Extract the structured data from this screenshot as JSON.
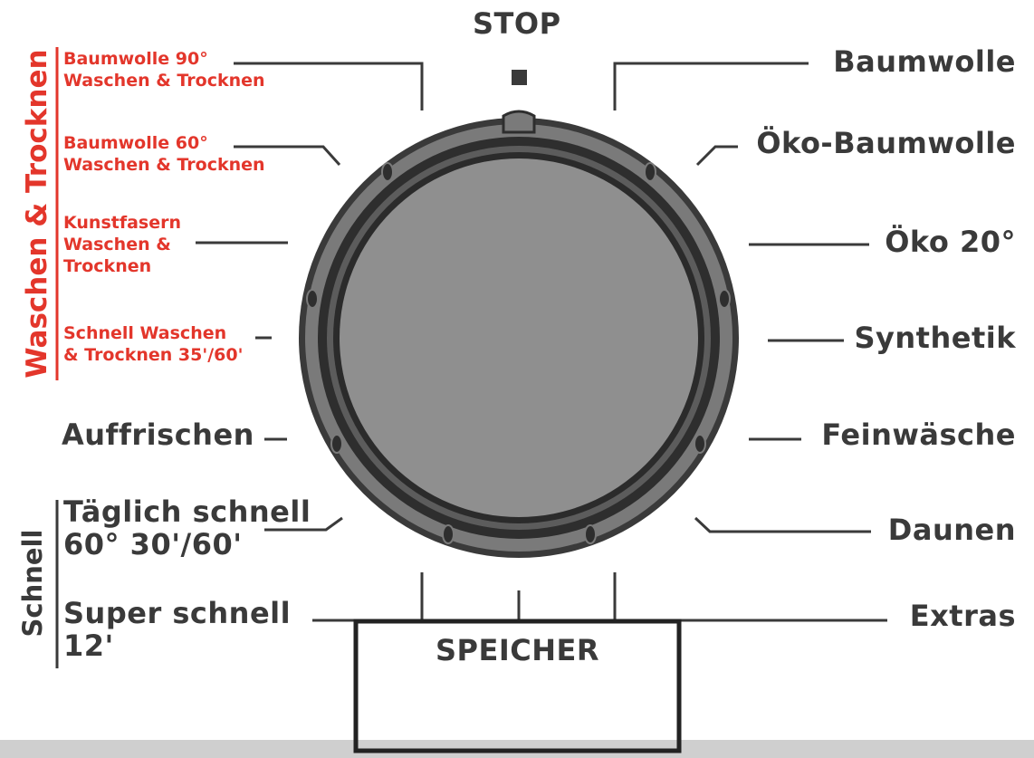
{
  "top": {
    "stop": "STOP"
  },
  "left_red_group": {
    "heading": "Waschen & Trocknen",
    "items": [
      {
        "line1": "Baumwolle 90°",
        "line2": "Waschen & Trocknen"
      },
      {
        "line1": "Baumwolle 60°",
        "line2": "Waschen & Trocknen"
      },
      {
        "line1": "Kunstfasern",
        "line2": "Waschen &",
        "line3": "Trocknen"
      },
      {
        "line1": "Schnell Waschen",
        "line2": "& Trocknen 35'/60'"
      }
    ]
  },
  "left_dark": {
    "auffrischen": "Auffrischen",
    "schnell_heading": "Schnell",
    "taeglich_line1": "Täglich schnell",
    "taeglich_line2": "60° 30'/60'",
    "super_line1": "Super schnell",
    "super_line2": "12'"
  },
  "right": {
    "items": [
      "Baumwolle",
      "Öko-Baumwolle",
      "Öko 20°",
      "Synthetik",
      "Feinwäsche",
      "Daunen",
      "Extras"
    ]
  },
  "bottom": {
    "speicher": "SPEICHER"
  },
  "colors": {
    "text_dark": "#3a3a3a",
    "text_red": "#e3362b",
    "knob_face": "#8f8f8f",
    "knob_ring": "#2f2f2f",
    "knob_outer": "#777777",
    "bottom_band": "#cfcfcf"
  }
}
